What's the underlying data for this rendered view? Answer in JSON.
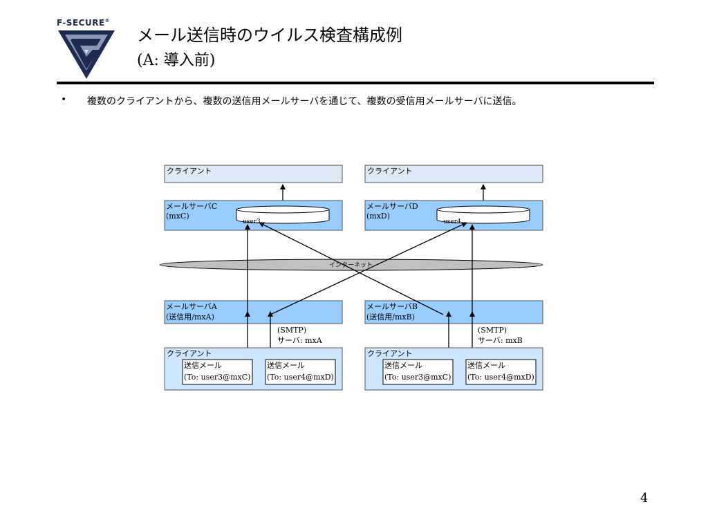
{
  "logo": {
    "text": "F-SECURE",
    "mark": "®"
  },
  "header": {
    "title": "メール送信時のウイルス検査構成例",
    "subtitle": "(A: 導入前)"
  },
  "bullet": {
    "marker": "•",
    "text": "複数のクライアントから、複数の送信用メールサーバを通じて、複数の受信用メールサーバに送信。"
  },
  "diagram": {
    "internet_label": "インターネット",
    "top_clients": {
      "left": "クライアント",
      "right": "クライアント"
    },
    "server_c": {
      "line1": "メールサーバC",
      "line2": "(mxC)",
      "mailbox": "user3"
    },
    "server_d": {
      "line1": "メールサーバD",
      "line2": "(mxD)",
      "mailbox": "user4"
    },
    "server_a": {
      "line1": "メールサーバA",
      "line2": "(送信用/mxA)"
    },
    "server_b": {
      "line1": "メールサーバB",
      "line2": "(送信用/mxB)"
    },
    "smtp_a": {
      "line1": "(SMTP)",
      "line2": "サーバ: mxA"
    },
    "smtp_b": {
      "line1": "(SMTP)",
      "line2": "サーバ: mxB"
    },
    "client_left": {
      "label": "クライアント",
      "mail1": {
        "line1": "送信メール",
        "line2": "(To: user3@mxC)"
      },
      "mail2": {
        "line1": "送信メール",
        "line2": "(To: user4@mxD)"
      }
    },
    "client_right": {
      "label": "クライアント",
      "mail1": {
        "line1": "送信メール",
        "line2": "(To: user3@mxC)"
      },
      "mail2": {
        "line1": "送信メール",
        "line2": "(To: user4@mxD)"
      }
    }
  },
  "page_number": "4",
  "colors": {
    "client_top_fill": "#dceaf7",
    "server_fill": "#99ccff",
    "client_bottom_fill": "#cce6ff",
    "internet_fill": "#c0c0c0",
    "rule": "#000000",
    "logo_navy": "#1d2a52"
  }
}
